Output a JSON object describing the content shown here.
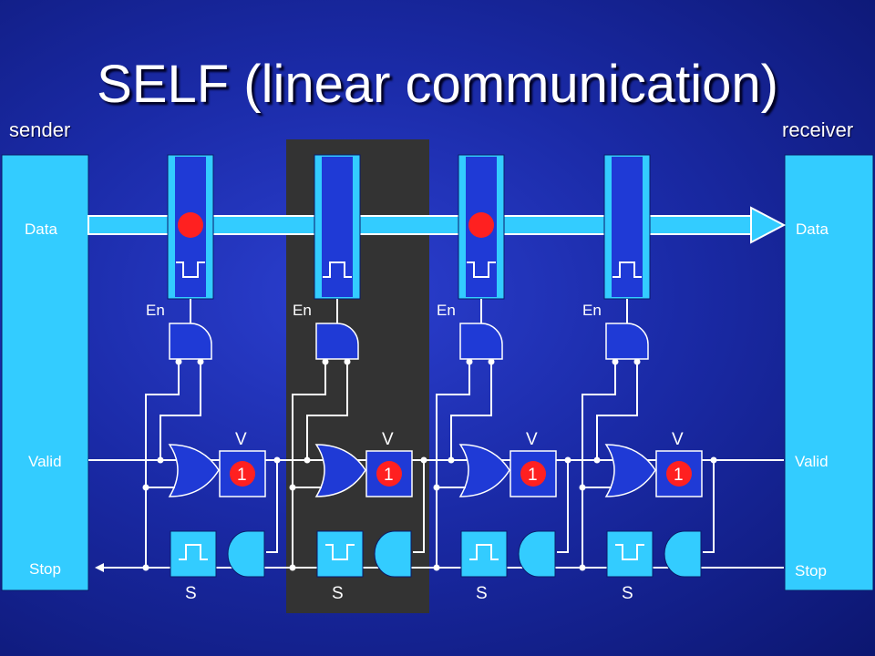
{
  "slide": {
    "title": "SELF (linear communication)",
    "sender_label": "sender",
    "receiver_label": "receiver"
  },
  "sender": {
    "data": "Data",
    "valid": "Valid",
    "stop": "Stop"
  },
  "receiver": {
    "data": "Data",
    "valid": "Valid",
    "stop": "Stop"
  },
  "stages": [
    {
      "enable_label": "En",
      "valid_label": "V",
      "stop_label": "S",
      "valid_bit": "1",
      "data_token": true,
      "latch_symbol": "pulse-low-icon",
      "stop_symbol": "pulse-high-icon"
    },
    {
      "enable_label": "En",
      "valid_label": "V",
      "stop_label": "S",
      "valid_bit": "1",
      "data_token": false,
      "latch_symbol": "pulse-high-icon",
      "stop_symbol": "pulse-low-icon"
    },
    {
      "enable_label": "En",
      "valid_label": "V",
      "stop_label": "S",
      "valid_bit": "1",
      "data_token": true,
      "latch_symbol": "pulse-low-icon",
      "stop_symbol": "pulse-high-icon"
    },
    {
      "enable_label": "En",
      "valid_label": "V",
      "stop_label": "S",
      "valid_bit": "1",
      "data_token": false,
      "latch_symbol": "pulse-high-icon",
      "stop_symbol": "pulse-low-icon"
    }
  ],
  "colors": {
    "block_fill": "#33ccff",
    "latch_inner": "#1f3ad6",
    "token": "#ff2020",
    "highlight_region": "#333333",
    "wire": "#ffffff"
  }
}
